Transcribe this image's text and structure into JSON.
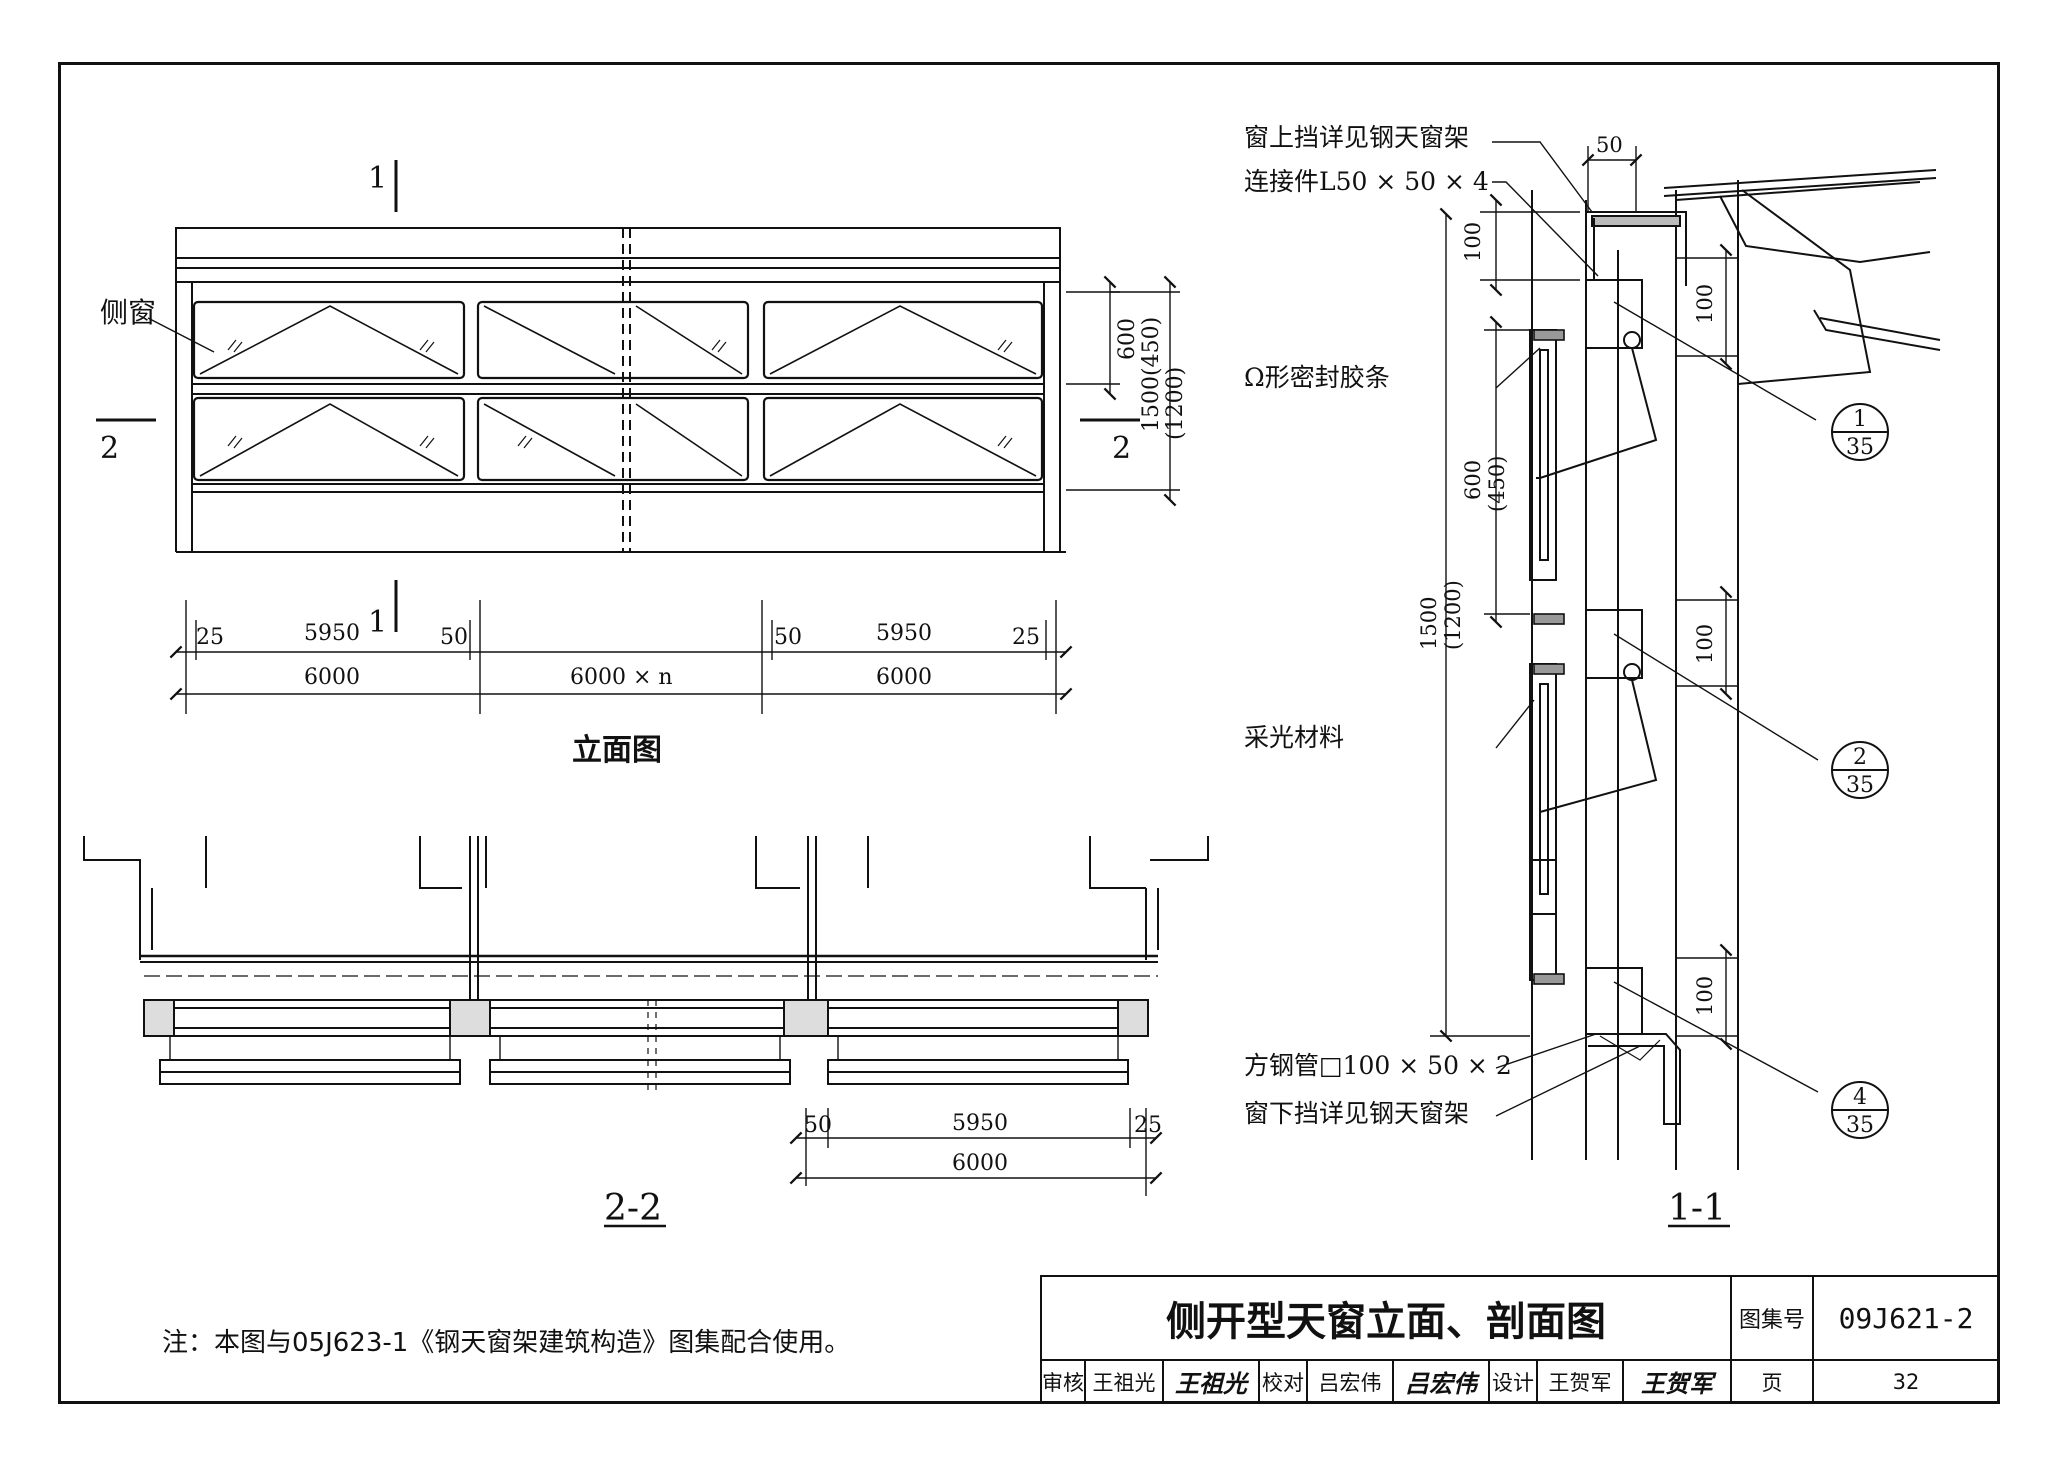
{
  "elevation": {
    "caption": "立面图",
    "side_window_label": "侧窗",
    "section_marks": [
      "1",
      "1",
      "2",
      "2"
    ],
    "dims_height": [
      "600",
      "(450)",
      "1500",
      "(1200)"
    ],
    "dims_bottom_left": [
      "25",
      "5950",
      "50",
      "6000"
    ],
    "dims_bottom_mid": "6000 × n",
    "dims_bottom_right": [
      "50",
      "5950",
      "25",
      "6000"
    ]
  },
  "section_22": {
    "caption": "2-2",
    "dims": [
      "50",
      "5950",
      "25",
      "6000"
    ]
  },
  "section_11": {
    "caption": "1-1",
    "labels": {
      "top_stop": "窗上挡详见钢天窗架",
      "connector": "连接件L50 × 50 × 4",
      "omega_seal": "Ω形密封胶条",
      "daylight_material": "采光材料",
      "square_tube": "方钢管□100 × 50 × 2",
      "bottom_stop": "窗下挡详见钢天窗架"
    },
    "dims": [
      "50",
      "100",
      "100",
      "600",
      "(450)",
      "1500",
      "(1200)",
      "100",
      "100"
    ],
    "detail_refs": [
      {
        "num": "1",
        "page": "35"
      },
      {
        "num": "2",
        "page": "35"
      },
      {
        "num": "4",
        "page": "35"
      }
    ]
  },
  "note": "注：本图与05J623-1《钢天窗架建筑构造》图集配合使用。",
  "title_block": {
    "title": "侧开型天窗立面、剖面图",
    "atlas_label": "图集号",
    "atlas_no": "09J621-2",
    "review_label": "审核",
    "reviewer": "王祖光",
    "reviewer_sig": "王祖光",
    "check_label": "校对",
    "checker": "吕宏伟",
    "checker_sig": "吕宏伟",
    "design_label": "设计",
    "designer": "王贺军",
    "designer_sig": "王贺军",
    "page_label": "页",
    "page_no": "32"
  }
}
